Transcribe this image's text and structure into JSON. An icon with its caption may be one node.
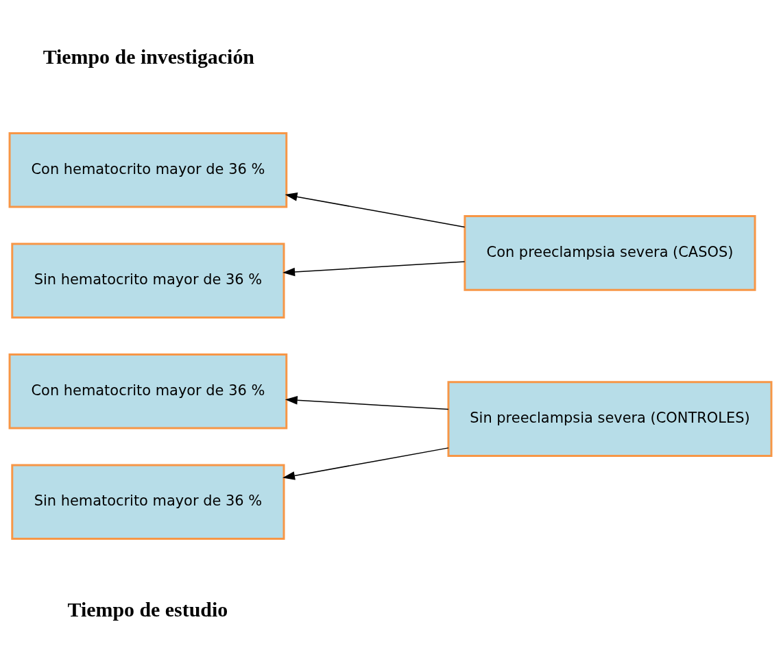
{
  "diagram": {
    "nodes": [
      {
        "text": [
          "Con hematocrito mayor de 36 %"
        ]
      },
      {
        "text": [
          "Sin hematocrito mayor de 36 %"
        ]
      },
      {
        "text": [
          "Con preeclampsia severa (CASOS)"
        ]
      },
      {
        "text": [
          "Con hematocrito mayor de 36 %"
        ]
      },
      {
        "text": [
          "Sin hematocrito mayor de 36 %"
        ]
      },
      {
        "text": [
          "Sin preeclampsia severa (CONTROLES)"
        ]
      }
    ],
    "edges": [
      {
        "from": 2,
        "to": 0,
        "arrow": "to"
      },
      {
        "from": 2,
        "to": 1,
        "arrow": "to"
      },
      {
        "from": 5,
        "to": 3,
        "arrow": "to"
      },
      {
        "from": 5,
        "to": 4,
        "arrow": "to"
      }
    ],
    "labels": [
      "Tiempo de investigación",
      "Tiempo de estudio"
    ]
  }
}
